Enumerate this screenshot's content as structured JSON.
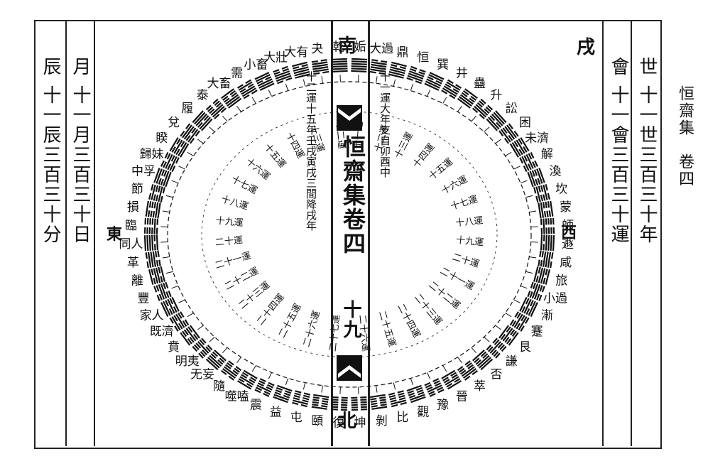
{
  "margin_title": "恒齋集　卷四",
  "corner_char": "戌",
  "center": {
    "title": "恒齋集卷四",
    "page_number": "十九"
  },
  "directions": {
    "south": "南",
    "north": "北",
    "east": "東",
    "west": "西"
  },
  "right_columns": [
    {
      "head": "會",
      "body": "十一會三百三十運"
    },
    {
      "head": "世",
      "body": "十一世三百三十年"
    }
  ],
  "left_columns": [
    {
      "head": "月",
      "body": "十一月三百三十日"
    },
    {
      "head": "辰",
      "body": "十一辰三百三十分"
    }
  ],
  "right_half_hexagrams": [
    "姤",
    "大過",
    "鼎",
    "恒",
    "巽",
    "井",
    "蠱",
    "升",
    "訟",
    "困",
    "未濟",
    "解",
    "渙",
    "坎",
    "蒙",
    "師",
    "遯",
    "咸",
    "旅",
    "小過",
    "漸",
    "蹇",
    "艮",
    "謙",
    "否",
    "萃",
    "晉",
    "豫",
    "觀",
    "比",
    "剝",
    "坤"
  ],
  "left_half_hexagrams": [
    "乾",
    "夬",
    "大有",
    "大壯",
    "小畜",
    "需",
    "大畜",
    "泰",
    "履",
    "兌",
    "睽",
    "歸妹",
    "中孚",
    "節",
    "損",
    "臨",
    "同人",
    "革",
    "離",
    "豐",
    "家人",
    "既濟",
    "賁",
    "明夷",
    "无妄",
    "隨",
    "噬嗑",
    "震",
    "益",
    "屯",
    "頤",
    "復"
  ],
  "right_inner_text": "十一運大年支自卯酉中",
  "left_inner_text": "十二運十五年壬戌寅戌三間降戌年",
  "right_ring_labels": [
    "十一運",
    "十二運",
    "十三運",
    "十四運",
    "十五運",
    "十六運",
    "十七運",
    "十八運",
    "十九運",
    "二十運",
    "二十一運",
    "二十二運",
    "二十三運",
    "二十四運",
    "二十五運",
    "二十六運"
  ],
  "left_ring_labels": [
    "十二運",
    "十三運",
    "十四運",
    "十五運",
    "十六運",
    "十七運",
    "十八運",
    "十九運",
    "二十運",
    "二十一運",
    "二十二運",
    "二十三運",
    "二十四運",
    "二十五運",
    "二十六運",
    "二十七運"
  ],
  "colors": {
    "ink": "#111111",
    "paper": "#ffffff"
  }
}
